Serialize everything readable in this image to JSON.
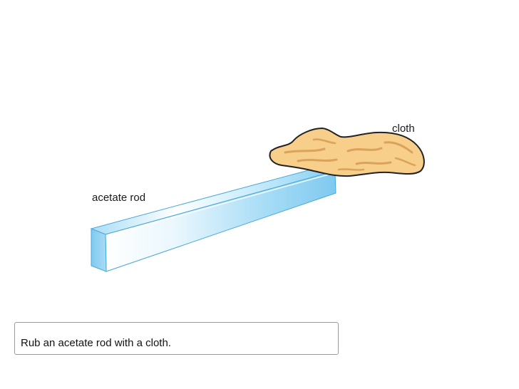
{
  "labels": {
    "rod": "acetate rod",
    "cloth": "cloth"
  },
  "caption": {
    "text": "Rub an acetate rod with a cloth."
  },
  "colors": {
    "rod_light": "#ffffff",
    "rod_blue": "#8fd3f4",
    "rod_edge": "#4aa8d8",
    "cloth_fill": "#f7ce8a",
    "cloth_fold": "#d9a45a",
    "cloth_outline": "#222222"
  },
  "icons": {
    "rod": "acetate-rod-drawing",
    "cloth": "cloth-drawing"
  }
}
